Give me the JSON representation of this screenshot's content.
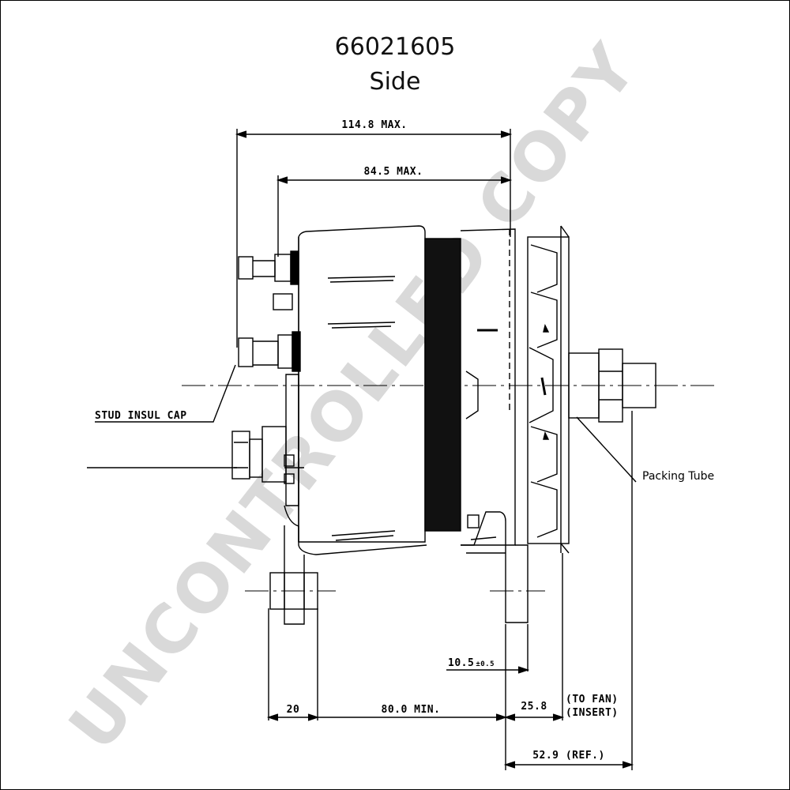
{
  "title": {
    "part_number": "66021605",
    "view": "Side"
  },
  "dimensions": {
    "overall_max": "114.8 MAX.",
    "body_max": "84.5 MAX.",
    "foot_width": "20",
    "mount_span": "80.0 MIN.",
    "to_fan_insert": "25.8",
    "foot_offset": "10.5",
    "foot_offset_tol": "±0.5",
    "reference": "52.9 (REF.)",
    "to_fan_note_line1": "(TO FAN)",
    "to_fan_note_line2": "(INSERT)"
  },
  "callouts": {
    "stud_cap": "STUD INSUL CAP",
    "packing_tube": "Packing Tube"
  },
  "watermark": "UNCONTROLLED COPY",
  "colors": {
    "line": "#000000",
    "watermark": "#d9d9d9",
    "stator": "#111111"
  }
}
